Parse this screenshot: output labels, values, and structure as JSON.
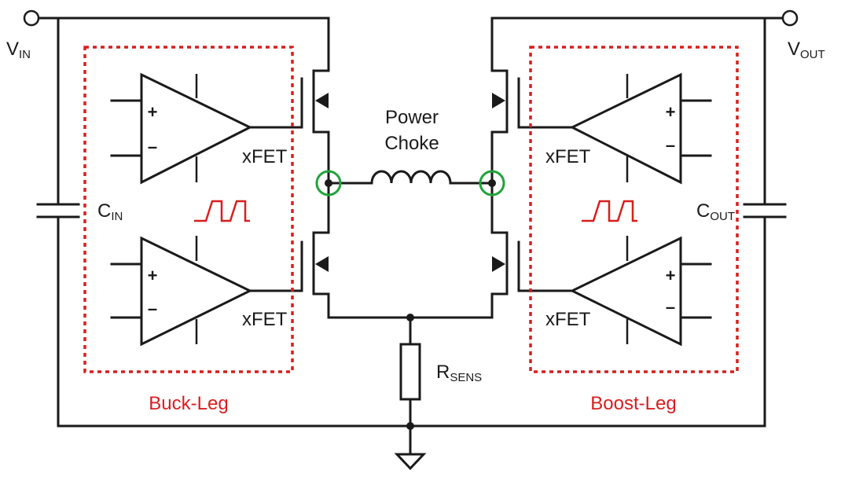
{
  "terminals": {
    "vin": {
      "main": "V",
      "sub": "IN"
    },
    "vout": {
      "main": "V",
      "sub": "OUT"
    }
  },
  "capacitors": {
    "cin": {
      "main": "C",
      "sub": "IN"
    },
    "cout": {
      "main": "C",
      "sub": "OUT"
    }
  },
  "inductor": {
    "line1": "Power",
    "line2": "Choke"
  },
  "resistor": {
    "main": "R",
    "sub": "SENS"
  },
  "amplifiers": {
    "plus": "+",
    "minus": "–",
    "fet_label": "xFET"
  },
  "legs": {
    "buck": "Buck-Leg",
    "boost": "Boost-Leg"
  },
  "colors": {
    "wire": "#1a1a1a",
    "leg_box": "#d81e1e",
    "switch_node_marker": "#1fa43a"
  },
  "icons": {
    "pwm": "square-pulse-icon",
    "ground": "ground-icon",
    "terminal": "open-circle-terminal-icon"
  }
}
